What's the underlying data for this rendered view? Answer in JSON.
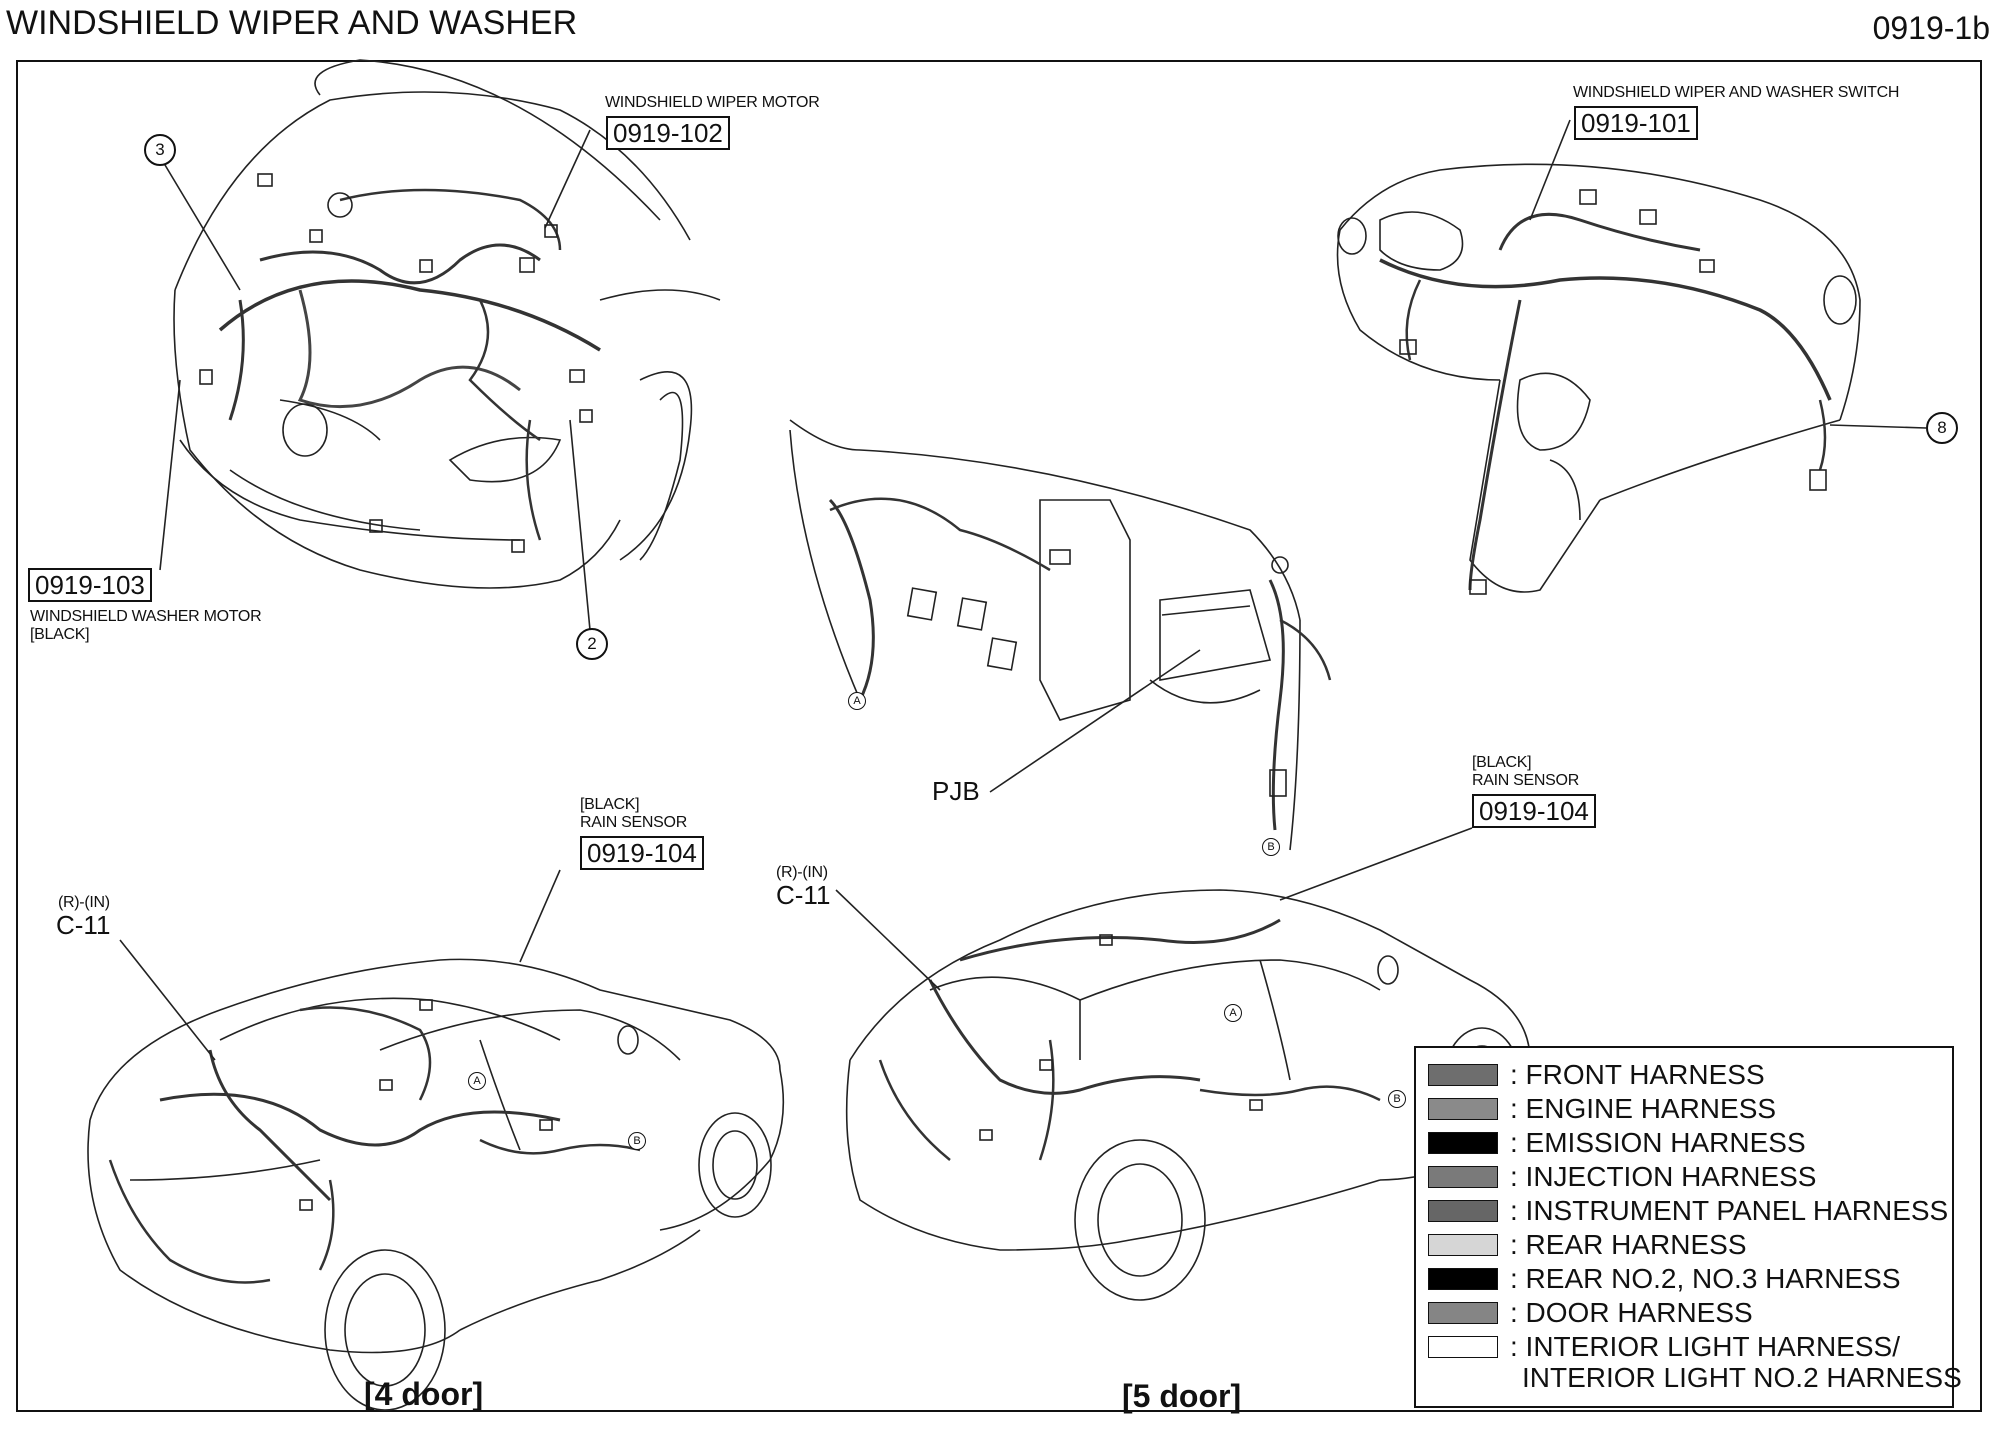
{
  "header": {
    "title": "WINDSHIELD WIPER AND WASHER",
    "code": "0919-1b"
  },
  "engine_view": {
    "wiper_motor_label": "WINDSHIELD WIPER MOTOR",
    "wiper_motor_code": "0919-102",
    "washer_motor_code": "0919-103",
    "washer_motor_label": "WINDSHIELD WASHER MOTOR",
    "washer_motor_color": "[BLACK]",
    "callout_3": "3",
    "callout_2": "2"
  },
  "dash_view": {
    "switch_label": "WINDSHIELD WIPER AND WASHER SWITCH",
    "switch_code": "0919-101",
    "callout_8": "8"
  },
  "pjb_view": {
    "pjb_label": "PJB",
    "marker_a": "A",
    "marker_b": "B"
  },
  "four_door": {
    "sensor_color": "[BLACK]",
    "sensor_label": "RAIN SENSOR",
    "sensor_code": "0919-104",
    "connector_note": "(R)-(IN)",
    "connector_code": "C-11",
    "marker_a": "A",
    "marker_b": "B",
    "caption": "[4 door]"
  },
  "five_door": {
    "sensor_color": "[BLACK]",
    "sensor_label": "RAIN SENSOR",
    "sensor_code": "0919-104",
    "connector_note": "(R)-(IN)",
    "connector_code": "C-11",
    "marker_a": "A",
    "marker_b": "B",
    "caption": "[5 door]"
  },
  "legend": {
    "items": [
      {
        "label": ": FRONT HARNESS",
        "swatch": "#6e6e6e"
      },
      {
        "label": ": ENGINE HARNESS",
        "swatch": "#8a8a8a"
      },
      {
        "label": ": EMISSION HARNESS",
        "swatch": "#000000"
      },
      {
        "label": ": INJECTION HARNESS",
        "swatch": "#7a7a7a"
      },
      {
        "label": ": INSTRUMENT PANEL HARNESS",
        "swatch": "#666666"
      },
      {
        "label": ": REAR HARNESS",
        "swatch": "#d6d6d6"
      },
      {
        "label": ": REAR NO.2, NO.3 HARNESS",
        "swatch": "#000000"
      },
      {
        "label": ": DOOR HARNESS",
        "swatch": "#858585"
      },
      {
        "label": ": INTERIOR LIGHT HARNESS/",
        "swatch": "#ffffff"
      }
    ],
    "last_line": "INTERIOR LIGHT NO.2 HARNESS"
  }
}
